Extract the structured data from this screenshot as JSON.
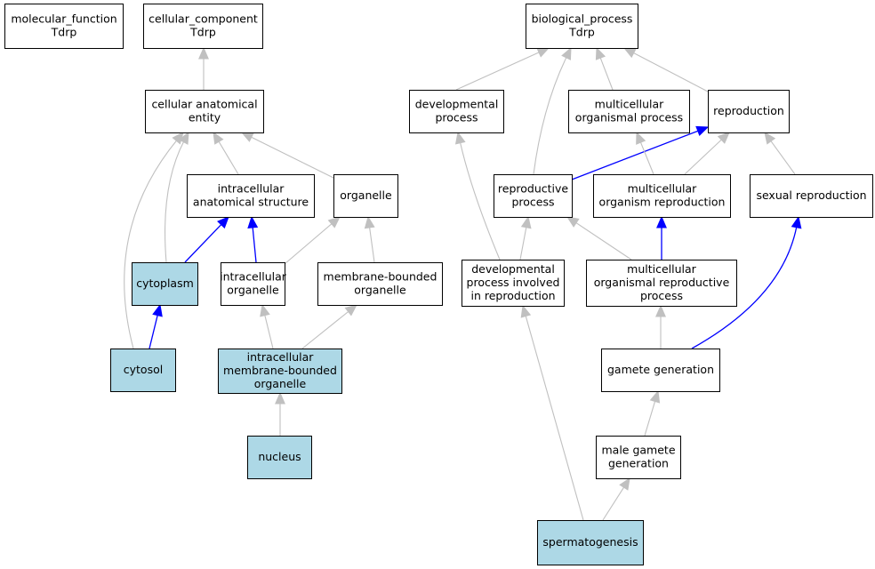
{
  "colors": {
    "plain_fill": "#ffffff",
    "highlight_fill": "#add8e6",
    "is_a_edge": "#c0c0c0",
    "part_of_edge": "#0000ff",
    "border": "#000000"
  },
  "nodes": [
    {
      "id": "molecular_function",
      "lines": [
        "molecular_function",
        "Tdrp"
      ],
      "highlight": false
    },
    {
      "id": "cellular_component",
      "lines": [
        "cellular_component",
        "Tdrp"
      ],
      "highlight": false
    },
    {
      "id": "biological_process",
      "lines": [
        "biological_process",
        "Tdrp"
      ],
      "highlight": false
    },
    {
      "id": "cellular_anatomical_entity",
      "lines": [
        "cellular anatomical",
        "entity"
      ],
      "highlight": false
    },
    {
      "id": "intracellular_anatomical_structure",
      "lines": [
        "intracellular",
        "anatomical structure"
      ],
      "highlight": false
    },
    {
      "id": "organelle",
      "lines": [
        "organelle"
      ],
      "highlight": false
    },
    {
      "id": "cytoplasm",
      "lines": [
        "cytoplasm"
      ],
      "highlight": true
    },
    {
      "id": "intracellular_organelle",
      "lines": [
        "intracellular",
        "organelle"
      ],
      "highlight": false
    },
    {
      "id": "membrane_bounded_organelle",
      "lines": [
        "membrane-bounded",
        "organelle"
      ],
      "highlight": false
    },
    {
      "id": "cytosol",
      "lines": [
        "cytosol"
      ],
      "highlight": true
    },
    {
      "id": "intracellular_membrane_bounded_organelle",
      "lines": [
        "intracellular",
        "membrane-bounded",
        "organelle"
      ],
      "highlight": true
    },
    {
      "id": "nucleus",
      "lines": [
        "nucleus"
      ],
      "highlight": true
    },
    {
      "id": "developmental_process",
      "lines": [
        "developmental",
        "process"
      ],
      "highlight": false
    },
    {
      "id": "multicellular_organismal_process",
      "lines": [
        "multicellular",
        "organismal process"
      ],
      "highlight": false
    },
    {
      "id": "reproduction",
      "lines": [
        "reproduction"
      ],
      "highlight": false
    },
    {
      "id": "reproductive_process",
      "lines": [
        "reproductive",
        "process"
      ],
      "highlight": false
    },
    {
      "id": "multicellular_organism_reproduction",
      "lines": [
        "multicellular",
        "organism reproduction"
      ],
      "highlight": false
    },
    {
      "id": "sexual_reproduction",
      "lines": [
        "sexual reproduction"
      ],
      "highlight": false
    },
    {
      "id": "developmental_process_involved_in_reproduction",
      "lines": [
        "developmental",
        "process involved",
        "in reproduction"
      ],
      "highlight": false
    },
    {
      "id": "multicellular_organismal_reproductive_process",
      "lines": [
        "multicellular",
        "organismal reproductive",
        "process"
      ],
      "highlight": false
    },
    {
      "id": "gamete_generation",
      "lines": [
        "gamete generation"
      ],
      "highlight": false
    },
    {
      "id": "male_gamete_generation",
      "lines": [
        "male gamete",
        "generation"
      ],
      "highlight": false
    },
    {
      "id": "spermatogenesis",
      "lines": [
        "spermatogenesis"
      ],
      "highlight": true
    }
  ],
  "edges": [
    {
      "from": "cellular_anatomical_entity",
      "to": "cellular_component",
      "type": "is_a"
    },
    {
      "from": "intracellular_anatomical_structure",
      "to": "cellular_anatomical_entity",
      "type": "is_a"
    },
    {
      "from": "organelle",
      "to": "cellular_anatomical_entity",
      "type": "is_a"
    },
    {
      "from": "cytoplasm",
      "to": "cellular_anatomical_entity",
      "type": "is_a"
    },
    {
      "from": "cytosol",
      "to": "cellular_anatomical_entity",
      "type": "is_a"
    },
    {
      "from": "cytoplasm",
      "to": "intracellular_anatomical_structure",
      "type": "part_of"
    },
    {
      "from": "intracellular_organelle",
      "to": "intracellular_anatomical_structure",
      "type": "part_of"
    },
    {
      "from": "intracellular_organelle",
      "to": "organelle",
      "type": "is_a"
    },
    {
      "from": "membrane_bounded_organelle",
      "to": "organelle",
      "type": "is_a"
    },
    {
      "from": "cytosol",
      "to": "cytoplasm",
      "type": "part_of"
    },
    {
      "from": "intracellular_membrane_bounded_organelle",
      "to": "intracellular_organelle",
      "type": "is_a"
    },
    {
      "from": "intracellular_membrane_bounded_organelle",
      "to": "membrane_bounded_organelle",
      "type": "is_a"
    },
    {
      "from": "nucleus",
      "to": "intracellular_membrane_bounded_organelle",
      "type": "is_a"
    },
    {
      "from": "developmental_process",
      "to": "biological_process",
      "type": "is_a"
    },
    {
      "from": "multicellular_organismal_process",
      "to": "biological_process",
      "type": "is_a"
    },
    {
      "from": "reproduction",
      "to": "biological_process",
      "type": "is_a"
    },
    {
      "from": "reproductive_process",
      "to": "biological_process",
      "type": "is_a"
    },
    {
      "from": "reproductive_process",
      "to": "reproduction",
      "type": "part_of"
    },
    {
      "from": "multicellular_organism_reproduction",
      "to": "multicellular_organismal_process",
      "type": "is_a"
    },
    {
      "from": "multicellular_organism_reproduction",
      "to": "reproduction",
      "type": "is_a"
    },
    {
      "from": "sexual_reproduction",
      "to": "reproduction",
      "type": "is_a"
    },
    {
      "from": "developmental_process_involved_in_reproduction",
      "to": "developmental_process",
      "type": "is_a"
    },
    {
      "from": "developmental_process_involved_in_reproduction",
      "to": "reproductive_process",
      "type": "is_a"
    },
    {
      "from": "multicellular_organismal_reproductive_process",
      "to": "reproductive_process",
      "type": "is_a"
    },
    {
      "from": "multicellular_organismal_reproductive_process",
      "to": "multicellular_organism_reproduction",
      "type": "part_of"
    },
    {
      "from": "gamete_generation",
      "to": "multicellular_organismal_reproductive_process",
      "type": "is_a"
    },
    {
      "from": "gamete_generation",
      "to": "sexual_reproduction",
      "type": "part_of"
    },
    {
      "from": "male_gamete_generation",
      "to": "gamete_generation",
      "type": "is_a"
    },
    {
      "from": "spermatogenesis",
      "to": "male_gamete_generation",
      "type": "is_a"
    },
    {
      "from": "spermatogenesis",
      "to": "developmental_process_involved_in_reproduction",
      "type": "is_a"
    }
  ]
}
